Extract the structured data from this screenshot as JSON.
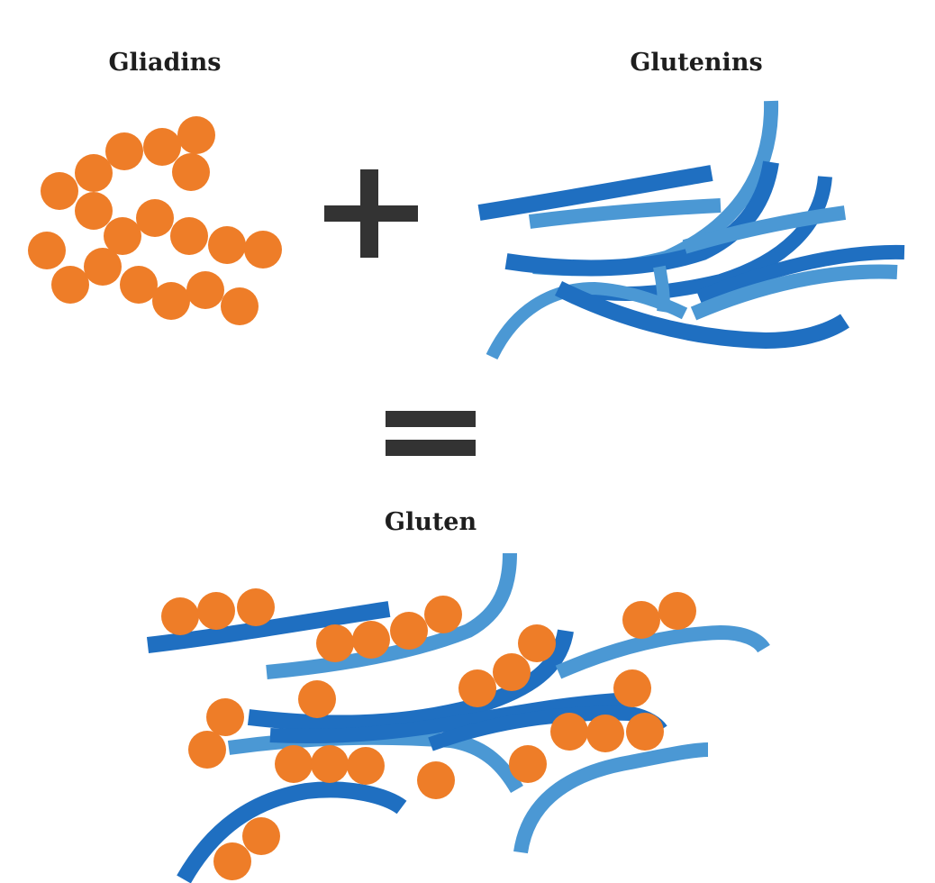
{
  "labels": {
    "gliadins": "Gliadins",
    "glutenins": "Glutenins",
    "gluten": "Gluten"
  },
  "operators": {
    "plus": "plus-sign",
    "equals": "equals-sign"
  },
  "colors": {
    "gliadin_bead": "#ee7d28",
    "glutenin_dark": "#1f6fc1",
    "glutenin_light": "#4b98d4",
    "operator": "#333333",
    "text": "#1e1e1e"
  }
}
